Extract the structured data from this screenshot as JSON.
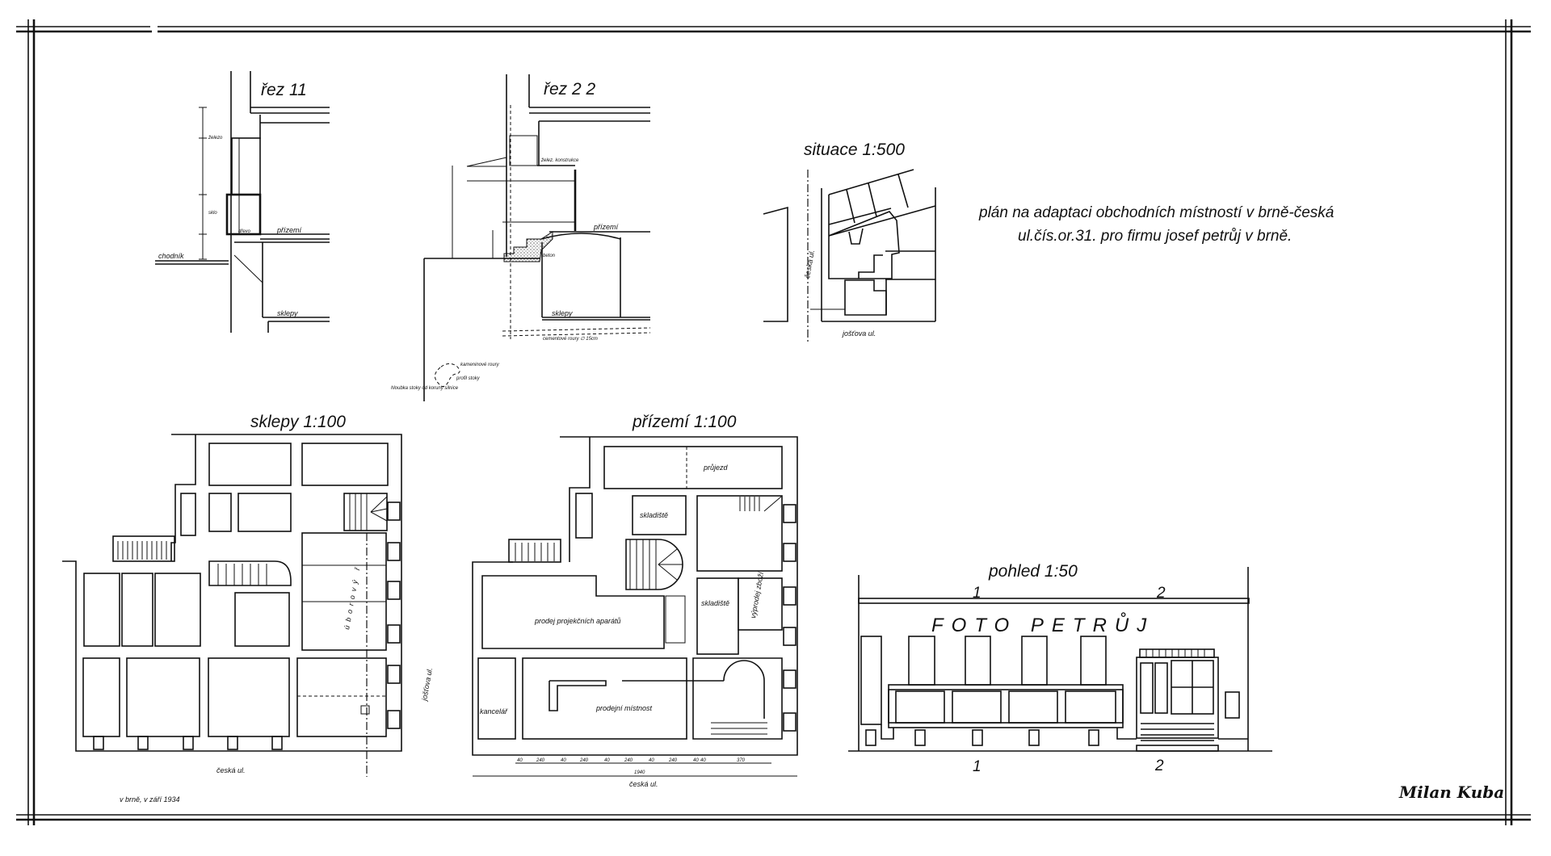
{
  "title": {
    "line1": "plán na adaptaci obchodních místností v brně-česká",
    "line2": "ul.čís.or.31. pro firmu josef petrůj v brně."
  },
  "section_1": {
    "title": "řez 11",
    "labels": {
      "sidewalk": "chodník",
      "ground_floor": "přízemí",
      "cellar": "sklepy",
      "glass": "sklo",
      "wood": "dřevo",
      "iron": "železo"
    }
  },
  "section_2": {
    "title": "řez 2 2",
    "labels": {
      "iron": "želez. konstrukce",
      "ground_floor": "přízemí",
      "concrete": "beton",
      "cellar": "sklepy",
      "pipes": "cementové roury ∅ 15cm",
      "stoneware": "kameninové roury",
      "profile": "profil stoky",
      "depth": "hloubka stoky od koruny silnice"
    }
  },
  "situation": {
    "title": "situace 1:500",
    "street_west": "česká ul.",
    "street_south": "jošťova ul."
  },
  "cellar_plan": {
    "title": "sklepy 1:100",
    "street_bottom": "česká ul.",
    "street_right": "jošťova ul.",
    "room_label": "úborový ř"
  },
  "ground_plan": {
    "title": "přízemí 1:100",
    "rooms": {
      "passage": "průjezd",
      "storage_1": "skladiště",
      "storage_2": "skladiště",
      "sale_goods": "výprodej zboží",
      "projector_sales": "prodej projekčních aparátů",
      "sales_room": "prodejní místnost",
      "office": "kancelář"
    },
    "dimensions": [
      "40",
      "240",
      "40",
      "240",
      "40",
      "240",
      "40",
      "240",
      "40",
      "40",
      "370"
    ],
    "total_dimension": "1940",
    "street_bottom": "česká ul."
  },
  "elevation": {
    "title": "pohled 1:50",
    "sign": "FOTO PETRŮJ",
    "marks_top": [
      "1",
      "2"
    ],
    "marks_bottom": [
      "1",
      "2"
    ]
  },
  "footer": {
    "place_date": "v brně, v září 1934",
    "signature": "Milan Kuba"
  }
}
